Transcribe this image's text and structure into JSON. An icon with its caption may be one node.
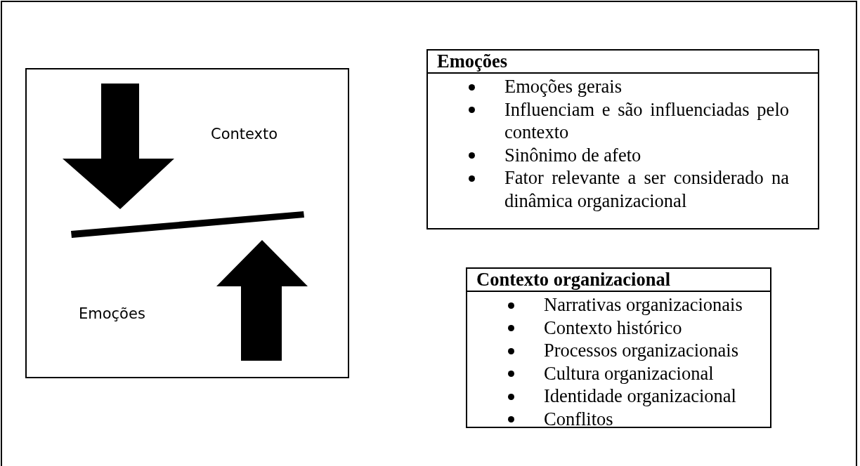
{
  "diagram": {
    "nodes": [
      {
        "text": [
          "Contexto",
          "Emoções"
        ]
      },
      {
        "text": [
          "Emoções",
          "Emoções gerais",
          "Influenciam e são influenciadas pelo contexto",
          "Sinônimo de afeto",
          "Fator relevante a ser considerado na dinâmica organizacional"
        ]
      },
      {
        "text": [
          "Contexto organizacional",
          "Narrativas organizacionais",
          "Contexto histórico",
          "Processos organizacionais",
          "Cultura organizacional",
          "Identidade organizacional",
          "Conflitos"
        ]
      }
    ]
  }
}
